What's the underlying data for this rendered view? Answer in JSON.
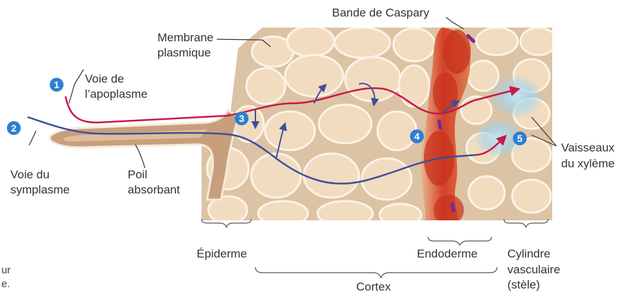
{
  "labels": {
    "caspary": "Bande de Caspary",
    "membrane_line1": "Membrane",
    "membrane_line2": "plasmique",
    "apoplasme_line1": "Voie de",
    "apoplasme_line2": "l’apoplasme",
    "symplasme_line1": "Voie du",
    "symplasme_line2": "symplasme",
    "poil_line1": "Poil",
    "poil_line2": "absorbant",
    "vaisseaux_line1": "Vaisseaux",
    "vaisseaux_line2": "du xylème",
    "epiderme": "Épiderme",
    "endoderme": "Endoderme",
    "cylindre_line1": "Cylindre",
    "cylindre_line2": "vasculaire",
    "cylindre_line3": "(stèle)",
    "cortex": "Cortex",
    "cut_text_1": "ur",
    "cut_text_2": "e."
  },
  "markers": [
    "1",
    "2",
    "3",
    "4",
    "5"
  ],
  "colors": {
    "apoplast_path": "#c8184a",
    "symplast_path": "#3c4f9a",
    "marker_fill": "#2f7fd0",
    "endoderm": "#d8452a",
    "caspary_band": "#7b2a8c",
    "xylem_glow": "#9fd3ee",
    "cell_fill": "#f1dcc0",
    "tissue_bg": "#dcc3a3"
  }
}
